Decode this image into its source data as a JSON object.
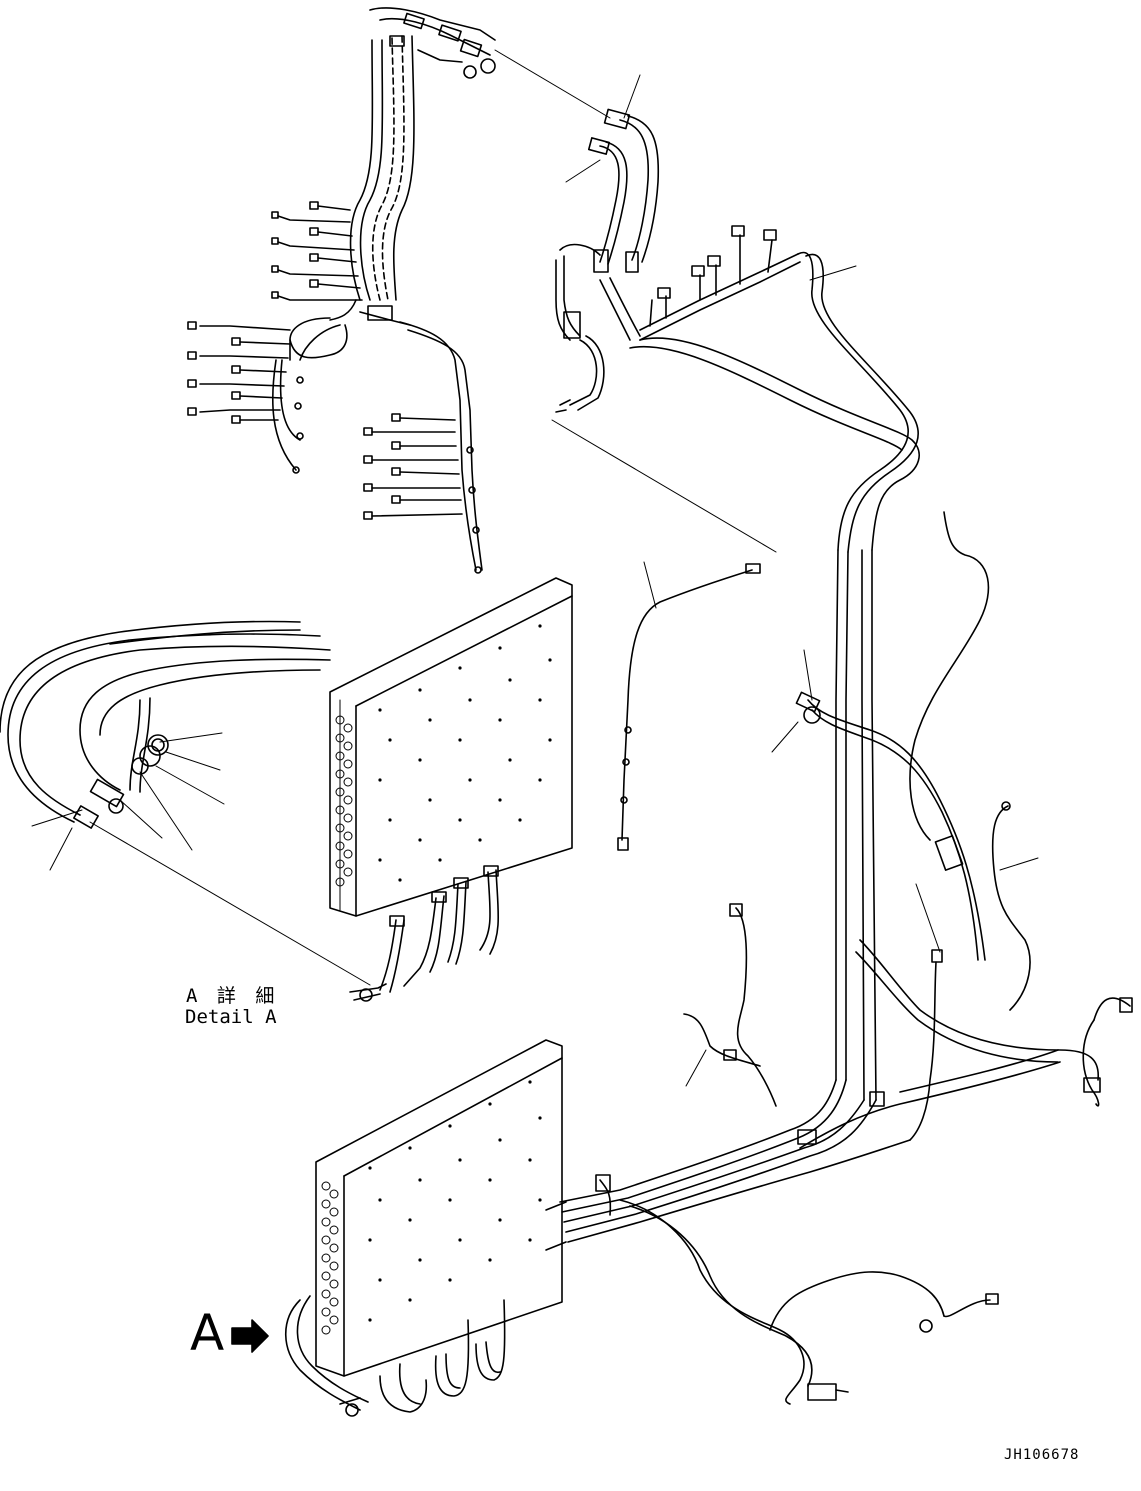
{
  "labels": {
    "detail_jp": "A 詳 細",
    "detail_en": "Detail A",
    "view_letter": "A",
    "drawing_code": "JH106678"
  }
}
